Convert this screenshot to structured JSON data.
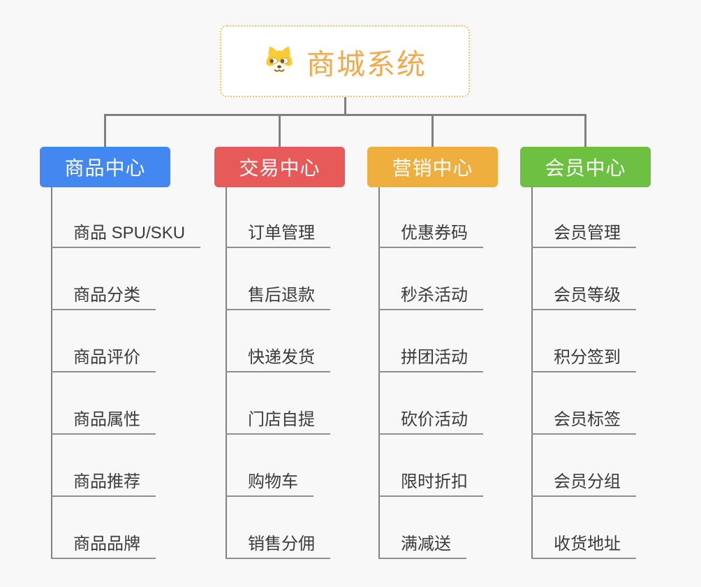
{
  "root": {
    "title": "商城系统",
    "icon": "dog-face-icon",
    "text_color": "#F2A94E",
    "border_color": "#F6C36B"
  },
  "branches": [
    {
      "label": "商品中心",
      "color": "#4387F0",
      "children": [
        "商品 SPU/SKU",
        "商品分类",
        "商品评价",
        "商品属性",
        "商品推荐",
        "商品品牌"
      ]
    },
    {
      "label": "交易中心",
      "color": "#E75A5A",
      "children": [
        "订单管理",
        "售后退款",
        "快递发货",
        "门店自提",
        "购物车",
        "销售分佣"
      ]
    },
    {
      "label": "营销中心",
      "color": "#EEAF3F",
      "children": [
        "优惠券码",
        "秒杀活动",
        "拼团活动",
        "砍价活动",
        "限时折扣",
        "满减送"
      ]
    },
    {
      "label": "会员中心",
      "color": "#6EC043",
      "children": [
        "会员管理",
        "会员等级",
        "积分签到",
        "会员标签",
        "会员分组",
        "收货地址"
      ]
    }
  ],
  "colors": {
    "background": "#F8F8F8",
    "connector": "#808080",
    "item_underline": "#8F8F8F",
    "item_text": "#3A3A3A"
  }
}
